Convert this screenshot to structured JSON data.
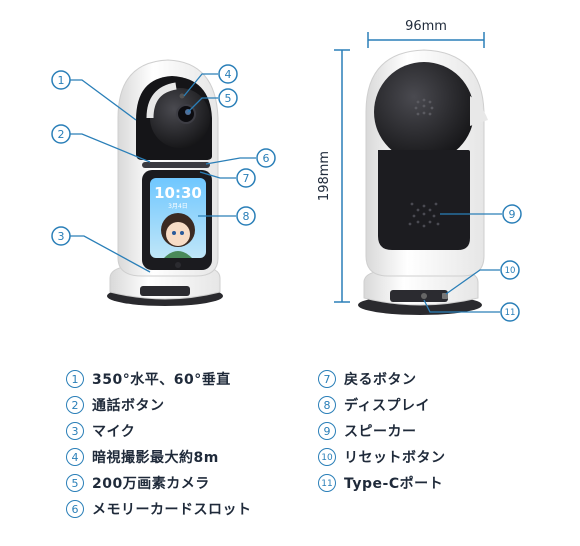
{
  "dimensions": {
    "width": "96mm",
    "height": "198mm"
  },
  "screen": {
    "time": "10:30",
    "date": "3月4日"
  },
  "callouts": [
    "①",
    "②",
    "③",
    "④",
    "⑤",
    "⑥",
    "⑦",
    "⑧",
    "⑨",
    "⑩",
    "⑪"
  ],
  "legend_left": [
    {
      "num": "1",
      "text": "350°水平、60°垂直"
    },
    {
      "num": "2",
      "text": "通話ボタン"
    },
    {
      "num": "3",
      "text": "マイク"
    },
    {
      "num": "4",
      "text": "暗視撮影最大約8m"
    },
    {
      "num": "5",
      "text": "200万画素カメラ"
    },
    {
      "num": "6",
      "text": "メモリーカードスロット"
    }
  ],
  "legend_right": [
    {
      "num": "7",
      "text": "戻るボタン"
    },
    {
      "num": "8",
      "text": "ディスプレイ"
    },
    {
      "num": "9",
      "text": "スピーカー"
    },
    {
      "num": "10",
      "text": "リセットボタン"
    },
    {
      "num": "11",
      "text": "Type-Cポート"
    }
  ],
  "colors": {
    "accent": "#2a7fb8",
    "body": "#f2f2f2",
    "dark": "#1e1e22"
  }
}
